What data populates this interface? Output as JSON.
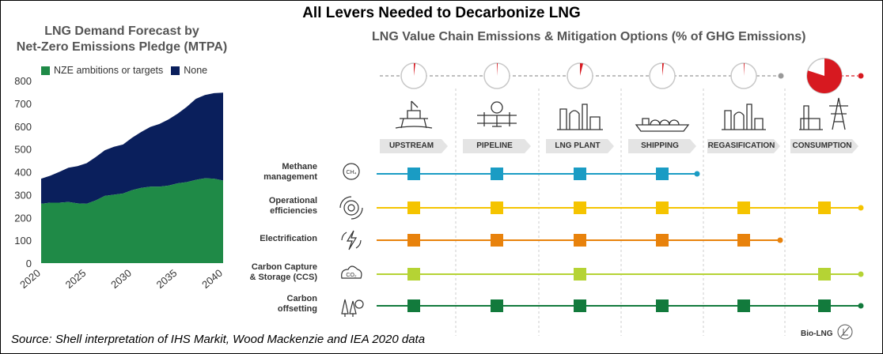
{
  "main_title": "All Levers Needed to Decarbonize LNG",
  "source": "Source: Shell interpretation of IHS Markit, Wood Mackenzie and IEA 2020 data",
  "bio_lng": "Bio-LNG",
  "colors": {
    "nze": "#1f8a47",
    "none": "#0a1f5c",
    "methane": "#1a9cc4",
    "operational": "#f5c400",
    "electrification": "#e8820c",
    "ccs": "#b5d334",
    "offsetting": "#127a3c",
    "pie": "#d71920"
  },
  "chart_data": [
    {
      "type": "area",
      "stacked": true,
      "title": "LNG Demand Forecast by Net-Zero Emissions Pledge (MTPA)",
      "title_lines": [
        "LNG Demand Forecast by",
        "Net-Zero Emissions Pledge (MTPA)"
      ],
      "x": [
        2020,
        2021,
        2022,
        2023,
        2024,
        2025,
        2026,
        2027,
        2028,
        2029,
        2030,
        2031,
        2032,
        2033,
        2034,
        2035,
        2036,
        2037,
        2038,
        2039,
        2040
      ],
      "series": [
        {
          "name": "NZE ambitions or targets",
          "values": [
            260,
            265,
            265,
            268,
            262,
            260,
            275,
            295,
            300,
            305,
            320,
            330,
            335,
            335,
            340,
            350,
            355,
            365,
            372,
            370,
            362
          ]
        },
        {
          "name": "None",
          "values": [
            110,
            118,
            135,
            150,
            163,
            178,
            190,
            200,
            210,
            215,
            230,
            245,
            262,
            275,
            290,
            305,
            330,
            355,
            365,
            375,
            385
          ]
        }
      ],
      "xticks": [
        "2020",
        "2025",
        "2030",
        "2035",
        "2040"
      ],
      "yticks": [
        "0",
        "100",
        "200",
        "300",
        "400",
        "500",
        "600",
        "700",
        "800"
      ],
      "ylim": [
        0,
        800
      ],
      "xlim": [
        2020,
        2040
      ],
      "legend": "top-left",
      "grid": false
    },
    {
      "type": "table",
      "title": "LNG Value Chain Emissions & Mitigation Options (% of GHG Emissions)",
      "stages": [
        "UPSTREAM",
        "PIPELINE",
        "LNG PLANT",
        "SHIPPING",
        "REGASIFICATION",
        "CONSUMPTION"
      ],
      "stage_icons": [
        "oil-platform-icon",
        "pipeline-icon",
        "lng-plant-icon",
        "ship-icon",
        "regasification-icon",
        "power-plant-icon"
      ],
      "emission_share_pct": [
        2,
        1,
        4,
        2,
        1,
        80
      ],
      "levers": [
        {
          "label_lines": [
            "Methane",
            "management"
          ],
          "icon": "methane-icon",
          "color_key": "methane",
          "applies": [
            true,
            true,
            true,
            true,
            false,
            false
          ],
          "line_end": 3
        },
        {
          "label_lines": [
            "Operational",
            "efficiencies"
          ],
          "icon": "gear-icon",
          "color_key": "operational",
          "applies": [
            true,
            true,
            true,
            true,
            true,
            true
          ],
          "line_end": 5
        },
        {
          "label_lines": [
            "Electrification"
          ],
          "icon": "lightning-icon",
          "color_key": "electrification",
          "applies": [
            true,
            true,
            true,
            true,
            true,
            false
          ],
          "line_end": 4
        },
        {
          "label_lines": [
            "Carbon Capture",
            "& Storage (CCS)"
          ],
          "icon": "co2-cloud-icon",
          "color_key": "ccs",
          "applies": [
            true,
            false,
            true,
            false,
            false,
            true
          ],
          "line_end": 5
        },
        {
          "label_lines": [
            "Carbon",
            "offsetting"
          ],
          "icon": "trees-icon",
          "color_key": "offsetting",
          "applies": [
            true,
            true,
            true,
            true,
            true,
            true
          ],
          "line_end": 5
        }
      ]
    }
  ]
}
